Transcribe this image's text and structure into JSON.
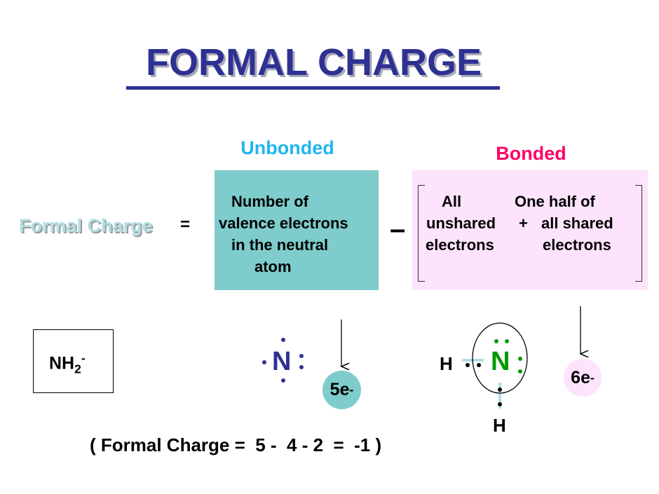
{
  "title": "FORMAL CHARGE",
  "labels": {
    "unbonded": "Unbonded",
    "bonded": "Bonded"
  },
  "equation": {
    "lhs": "Formal Charge",
    "equals": "=",
    "minus": "–",
    "unbonded_box": [
      "Number of",
      "valence electrons",
      "in the neutral",
      "atom"
    ],
    "bonded_box": {
      "left": [
        "All",
        "unshared",
        "electrons"
      ],
      "plus": "+",
      "right": [
        "One half of",
        "all shared",
        "electrons"
      ]
    }
  },
  "example": {
    "formula": "NH",
    "subscript": "2",
    "charge": "-",
    "n_symbol": "N",
    "h_symbol": "H",
    "unbonded_count": "5e",
    "bonded_count": "6e",
    "electron_sign": "-",
    "calculation": "( Formal Charge =  5 -  4 - 2  =  -1 )"
  },
  "colors": {
    "title": "#2e3192",
    "unbonded": "#1fb6ee",
    "bonded": "#ff0066",
    "teal_box": "#7ecccb",
    "pink_box": "#fde3fb",
    "nitrogen_blue": "#2e3192",
    "nitrogen_green": "#009900"
  }
}
